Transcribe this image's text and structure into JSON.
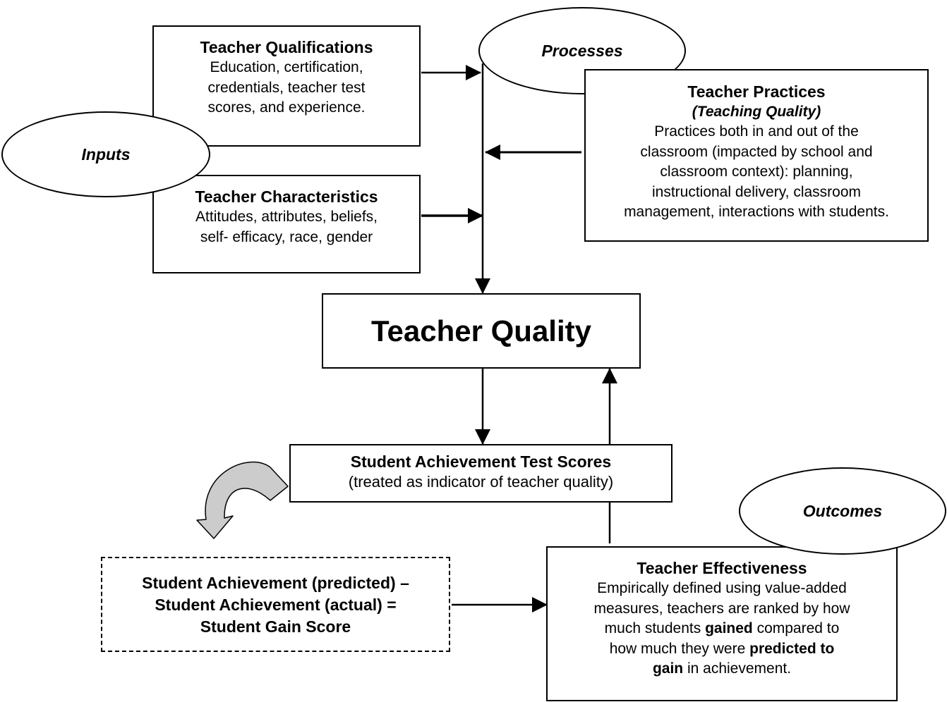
{
  "ovals": {
    "inputs": "Inputs",
    "processes": "Processes",
    "outcomes": "Outcomes"
  },
  "qualifications": {
    "title": "Teacher Qualifications",
    "lines": [
      "Education, certification,",
      "credentials, teacher test",
      "scores, and experience."
    ]
  },
  "characteristics": {
    "title": "Teacher Characteristics",
    "lines": [
      "Attitudes, attributes, beliefs,",
      "self- efficacy, race, gender"
    ]
  },
  "practices": {
    "title": "Teacher Practices",
    "subtitle": "(Teaching Quality)",
    "lines": [
      "Practices both in and out of the",
      "classroom (impacted by school and",
      "classroom context): planning,",
      "instructional delivery, classroom",
      "management, interactions with students."
    ]
  },
  "quality": {
    "title": "Teacher Quality"
  },
  "achievement": {
    "title": "Student Achievement Test Scores",
    "line": "(treated as indicator of teacher quality)"
  },
  "gain": {
    "lines": [
      "Student Achievement (predicted) –",
      "Student Achievement (actual) =",
      "Student Gain Score"
    ]
  },
  "effectiveness": {
    "title": "Teacher Effectiveness",
    "line1": "Empirically defined using value-added",
    "line2": "measures, teachers are ranked by how",
    "line3a": "much students ",
    "line3b": "gained",
    "line3c": " compared to",
    "line4a": "how much they were ",
    "line4b": "predicted to",
    "line5a": "gain",
    "line5b": " in achievement."
  },
  "colors": {
    "line": "#000000",
    "curved_arrow_fill": "#cccccc"
  }
}
